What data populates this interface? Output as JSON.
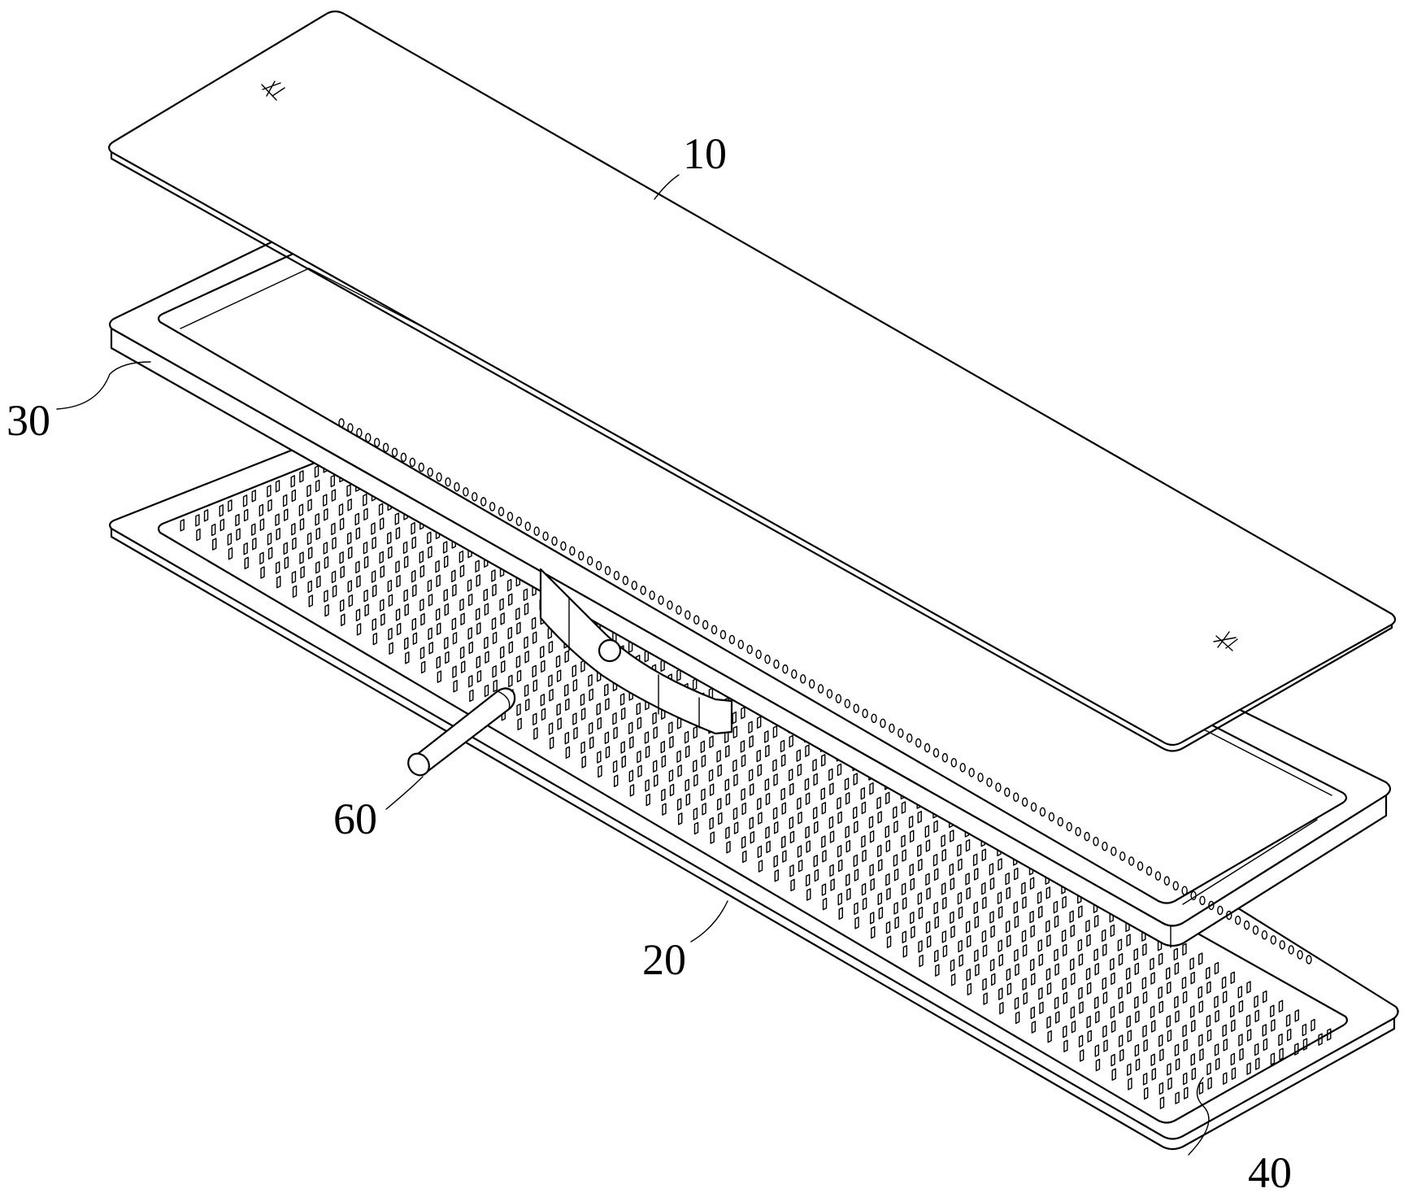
{
  "labels": {
    "cover_plate": "10",
    "base_plate": "20",
    "frame": "30",
    "fin_array": "40",
    "inlet_pipe": "60"
  },
  "colors": {
    "line": "#000000",
    "background": "#ffffff"
  }
}
